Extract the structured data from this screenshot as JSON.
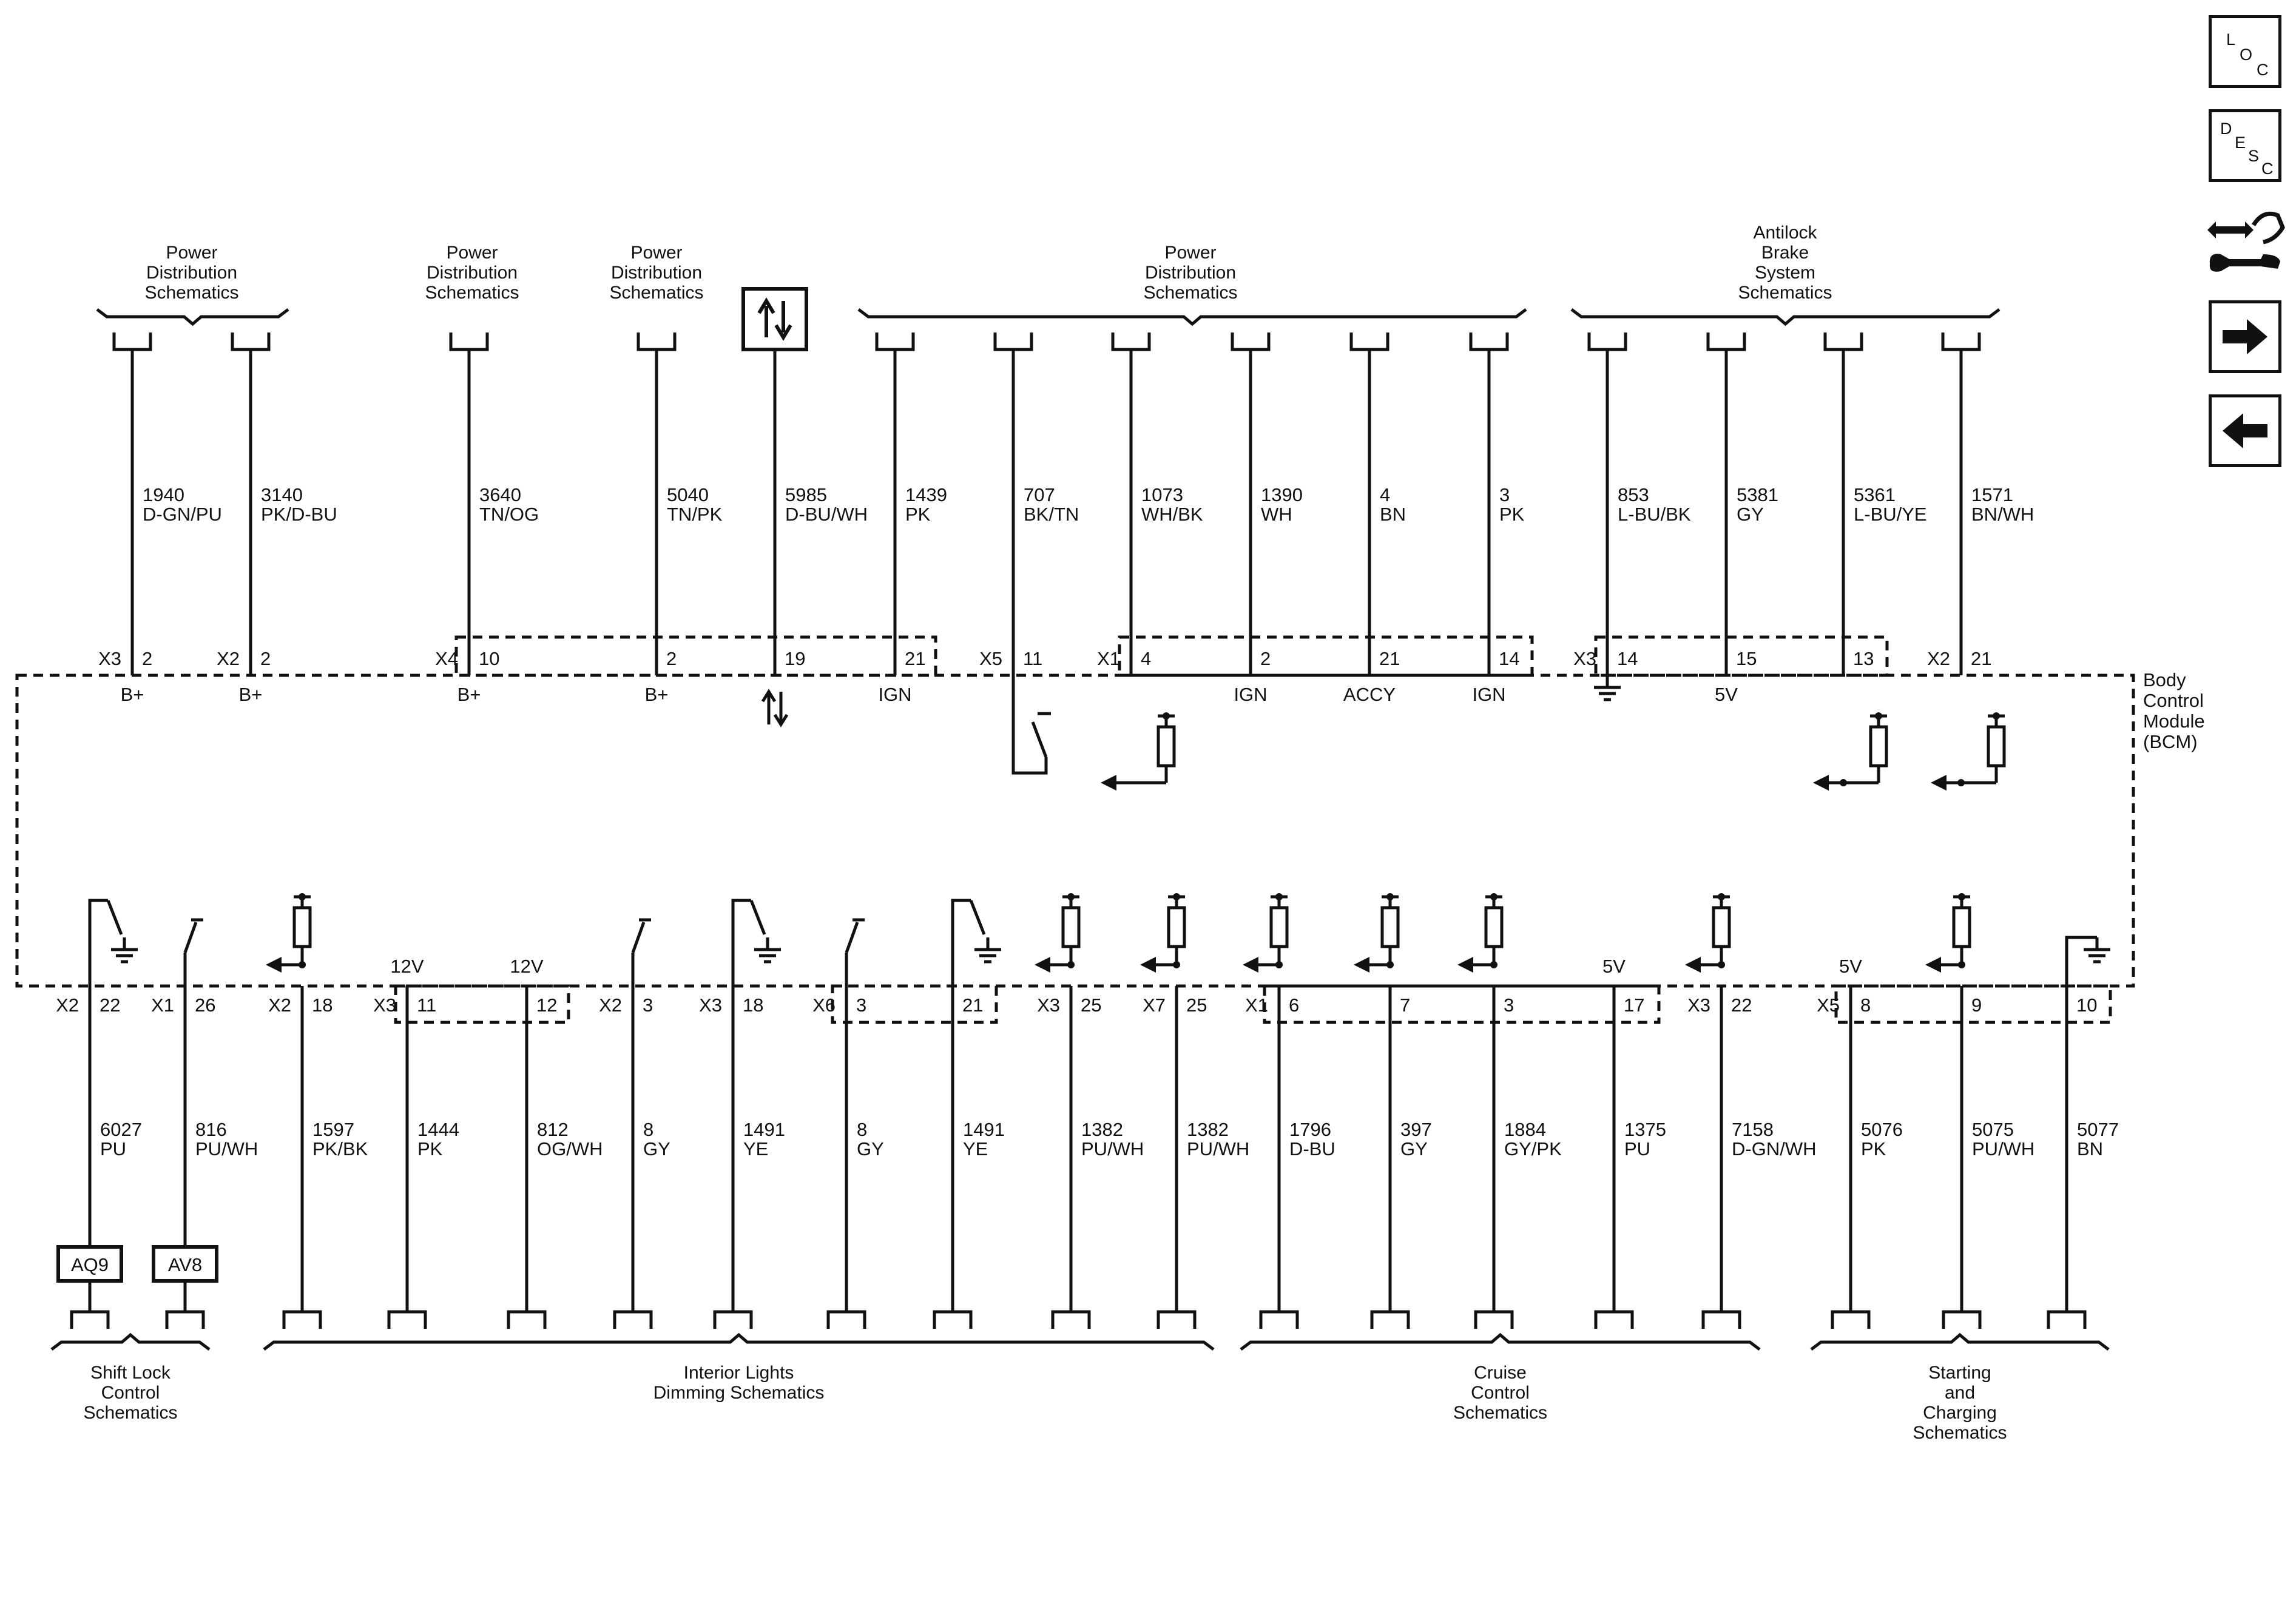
{
  "module": {
    "name_lines": [
      "Body",
      "Control",
      "Module",
      "(BCM)"
    ]
  },
  "side_buttons": [
    {
      "name": "location-button",
      "icon": "loc-icon",
      "letters": [
        "L",
        "O",
        "C"
      ]
    },
    {
      "name": "description-button",
      "icon": "desc-icon",
      "letters": [
        "D",
        "E",
        "S",
        "C"
      ]
    },
    {
      "name": "connector-tool-button",
      "icon": "connector-tool-icon"
    },
    {
      "name": "next-page-button",
      "icon": "arrow-right-icon"
    },
    {
      "name": "previous-page-button",
      "icon": "arrow-left-icon"
    }
  ],
  "top_groups": [
    {
      "lines": [
        "Power",
        "Distribution",
        "Schematics"
      ]
    },
    {
      "lines": [
        "Power",
        "Distribution",
        "Schematics"
      ]
    },
    {
      "lines": [
        "Power",
        "Distribution",
        "Schematics"
      ]
    },
    {
      "lines": [
        "Power",
        "Distribution",
        "Schematics"
      ]
    },
    {
      "lines": [
        "Antilock",
        "Brake",
        "System",
        "Schematics"
      ]
    }
  ],
  "top_wires": [
    {
      "circuit": "1940",
      "color": "D-GN/PU",
      "connector": "X3",
      "pin": "2",
      "label": "B+"
    },
    {
      "circuit": "3140",
      "color": "PK/D-BU",
      "connector": "X2",
      "pin": "2",
      "label": "B+"
    },
    {
      "circuit": "3640",
      "color": "TN/OG",
      "connector": "X4",
      "pin": "10",
      "label": "B+"
    },
    {
      "circuit": "5040",
      "color": "TN/PK",
      "connector": "",
      "pin": "2",
      "label": "B+"
    },
    {
      "circuit": "5985",
      "color": "D-BU/WH",
      "connector": "",
      "pin": "19",
      "label": ""
    },
    {
      "circuit": "1439",
      "color": "PK",
      "connector": "",
      "pin": "21",
      "label": "IGN"
    },
    {
      "circuit": "707",
      "color": "BK/TN",
      "connector": "X5",
      "pin": "11",
      "label": ""
    },
    {
      "circuit": "1073",
      "color": "WH/BK",
      "connector": "X1",
      "pin": "4",
      "label": ""
    },
    {
      "circuit": "1390",
      "color": "WH",
      "connector": "",
      "pin": "2",
      "label": "IGN"
    },
    {
      "circuit": "4",
      "color": "BN",
      "connector": "",
      "pin": "21",
      "label": "ACCY"
    },
    {
      "circuit": "3",
      "color": "PK",
      "connector": "",
      "pin": "14",
      "label": "IGN"
    },
    {
      "circuit": "853",
      "color": "L-BU/BK",
      "connector": "X3",
      "pin": "14",
      "label": ""
    },
    {
      "circuit": "5381",
      "color": "GY",
      "connector": "",
      "pin": "15",
      "label": "5V"
    },
    {
      "circuit": "5361",
      "color": "L-BU/YE",
      "connector": "",
      "pin": "13",
      "label": ""
    },
    {
      "circuit": "1571",
      "color": "BN/WH",
      "connector": "X2",
      "pin": "21",
      "label": ""
    }
  ],
  "bottom_groups": [
    {
      "lines": [
        "Shift Lock",
        "Control",
        "Schematics"
      ]
    },
    {
      "lines": [
        "Interior Lights",
        "Dimming Schematics"
      ]
    },
    {
      "lines": [
        "Cruise",
        "Control",
        "Schematics"
      ]
    },
    {
      "lines": [
        "Starting",
        "and",
        "Charging",
        "Schematics"
      ]
    }
  ],
  "bottom_wires": [
    {
      "circuit": "6027",
      "color": "PU",
      "connector": "X2",
      "pin": "22",
      "label": "",
      "device": "AQ9"
    },
    {
      "circuit": "816",
      "color": "PU/WH",
      "connector": "X1",
      "pin": "26",
      "label": "",
      "device": "AV8"
    },
    {
      "circuit": "1597",
      "color": "PK/BK",
      "connector": "X2",
      "pin": "18",
      "label": ""
    },
    {
      "circuit": "1444",
      "color": "PK",
      "connector": "X3",
      "pin": "11",
      "label": "12V"
    },
    {
      "circuit": "812",
      "color": "OG/WH",
      "connector": "",
      "pin": "12",
      "label": "12V"
    },
    {
      "circuit": "8",
      "color": "GY",
      "connector": "X2",
      "pin": "3",
      "label": ""
    },
    {
      "circuit": "1491",
      "color": "YE",
      "connector": "X3",
      "pin": "18",
      "label": ""
    },
    {
      "circuit": "8",
      "color": "GY",
      "connector": "X6",
      "pin": "3",
      "label": ""
    },
    {
      "circuit": "1491",
      "color": "YE",
      "connector": "",
      "pin": "21",
      "label": ""
    },
    {
      "circuit": "1382",
      "color": "PU/WH",
      "connector": "X3",
      "pin": "25",
      "label": ""
    },
    {
      "circuit": "1382",
      "color": "PU/WH",
      "connector": "X7",
      "pin": "25",
      "label": ""
    },
    {
      "circuit": "1796",
      "color": "D-BU",
      "connector": "X1",
      "pin": "6",
      "label": ""
    },
    {
      "circuit": "397",
      "color": "GY",
      "connector": "",
      "pin": "7",
      "label": ""
    },
    {
      "circuit": "1884",
      "color": "GY/PK",
      "connector": "",
      "pin": "3",
      "label": ""
    },
    {
      "circuit": "1375",
      "color": "PU",
      "connector": "",
      "pin": "17",
      "label": "5V"
    },
    {
      "circuit": "7158",
      "color": "D-GN/WH",
      "connector": "X3",
      "pin": "22",
      "label": ""
    },
    {
      "circuit": "5076",
      "color": "PK",
      "connector": "X5",
      "pin": "8",
      "label": "5V"
    },
    {
      "circuit": "5075",
      "color": "PU/WH",
      "connector": "",
      "pin": "9",
      "label": ""
    },
    {
      "circuit": "5077",
      "color": "BN",
      "connector": "",
      "pin": "10",
      "label": ""
    }
  ]
}
